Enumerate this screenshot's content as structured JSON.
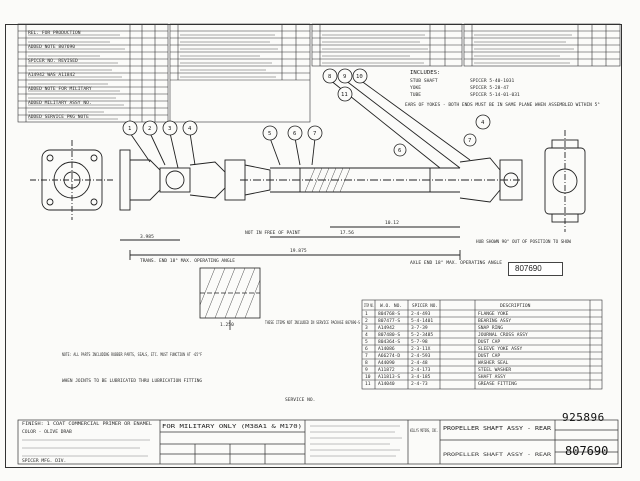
{
  "drawing": {
    "part_number_stamp": "807690",
    "drawing_number": "807690",
    "old_number": "925896",
    "title": "PROPELLER SHAFT ASSY - REAR",
    "title_repeat": "PROPELLER SHAFT ASSY - REAR",
    "company": "WILLYS MOTORS, INC.",
    "military_note": "FOR MILITARY ONLY (M38A1 & M170)",
    "finish_note": "FINISH: 1 COAT COMMERCIAL PRIMER OR ENAMEL",
    "color_note": "COLOR - OLIVE DRAB",
    "maker_note": "SPICER MFG. DIV.",
    "service_note": "SERVICE NO.",
    "parts_note": "THESE ITEMS NOT INCLUDED IN SERVICE PACKAGE 807690-S",
    "includes_heading": "INCLUDES:",
    "includes": [
      {
        "part": "STUB SHAFT",
        "ref": "SPICER 5-40-1031"
      },
      {
        "part": "YOKE",
        "ref": "SPICER 5-28-47"
      },
      {
        "part": "TUBE",
        "ref": "SPICER 5-14-01-031"
      }
    ],
    "yoke_note": "EARS OF YOKES - BOTH ENDS MUST BE IN SAME PLANE WHEN ASSEMBLED WITHIN 5°",
    "hub_note": "HUB SHOWN 90° OUT OF POSITION TO SHOW",
    "bearing_note": "NOT IN FREE OF PAINT",
    "angle_note": "AXLE END 18° MAX. OPERATING ANGLE",
    "trans_note": "TRANS. END 18° MAX. OPERATING ANGLE",
    "dimension_main": "19.875",
    "dimension_a": "17.56",
    "dimension_b": "10.12",
    "dimension_c": "3.985",
    "dimension_d": "1.250",
    "balloons": [
      "1",
      "2",
      "3",
      "4",
      "5",
      "6",
      "7",
      "8",
      "9",
      "10",
      "11",
      "4",
      "7",
      "6"
    ],
    "parts_table": {
      "headers": [
        "ITEM NO.",
        "W.O. NO.",
        "SPICER NO.",
        "DESCRIPTION"
      ],
      "rows": [
        [
          "1",
          "804768-S",
          "2-4-493",
          "FLANGE YOKE"
        ],
        [
          "2",
          "807477-S",
          "5-4-1401",
          "BEARING ASSY"
        ],
        [
          "3",
          "A14942",
          "3-7-39",
          "SNAP RING"
        ],
        [
          "4",
          "807480-S",
          "5-2-3485",
          "JOURNAL CROSS ASSY"
        ],
        [
          "5",
          "804364-S",
          "5-7-98",
          "DUST CAP"
        ],
        [
          "6",
          "A14086",
          "2-3-11X",
          "SLEEVE YOKE ASSY"
        ],
        [
          "7",
          "A66274-D",
          "2-4-593",
          "DUST CAP"
        ],
        [
          "8",
          "A44090",
          "2-4-48",
          "WASHER SEAL"
        ],
        [
          "9",
          "A11872",
          "2-4-173",
          "STEEL WASHER"
        ],
        [
          "10",
          "A11813-S",
          "3-4-185",
          "SHAFT ASSY"
        ],
        [
          "11",
          "A14040",
          "2-4-73",
          "GREASE FITTING"
        ]
      ]
    },
    "revisions": [
      "REL. FOR PRODUCTION",
      "ADDED NOTE 807690",
      "SPICER NO. REVISED",
      "A14942 WAS A11842",
      "ADDED NOTE FOR MILITARY",
      "ADDED MILITARY ASSY NO.",
      "ADDED SERVICE PKG NOTE"
    ],
    "lubrication_note": "WHEN JOINTS TO BE LUBRICATED THRU LUBRICATION FITTING",
    "caution_note": "NOTE: ALL PARTS INCLUDING RUBBER PARTS, SEALS, ETC. MUST FUNCTION AT -65°F"
  },
  "colors": {
    "line": "#2a2a2a",
    "paper": "#fbfbf9",
    "stamp": "#7a82c8"
  }
}
